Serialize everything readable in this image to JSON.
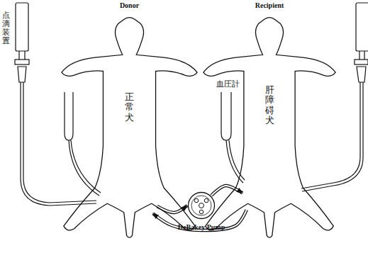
{
  "diagram": {
    "nodes": [
      {
        "text": [
          "Donor",
          "正常犬"
        ]
      },
      {
        "text": [
          "Recipient",
          "肝障碍犬"
        ]
      },
      {
        "text": [
          "DeBakey Pump"
        ]
      }
    ],
    "edges": [
      {
        "from": 0,
        "to": 2,
        "arrow": "to"
      },
      {
        "from": 2,
        "to": 1,
        "arrow": "to"
      },
      {
        "from": 1,
        "to": 0,
        "arrow": "to"
      }
    ],
    "labels": [
      "点滴装置",
      "血圧計"
    ]
  }
}
